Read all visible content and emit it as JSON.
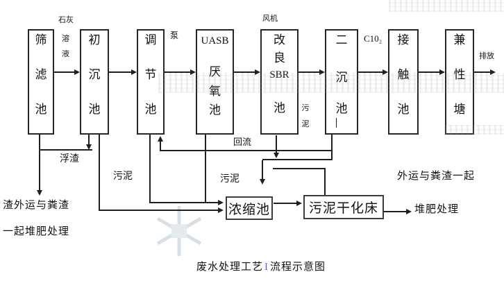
{
  "diagram_title": {
    "prefix": "废水处理工艺",
    "numeral": "I",
    "suffix": "流程示意图"
  },
  "process_boxes": [
    {
      "name": "screen-filter-pool",
      "lines": [
        "筛",
        "滤",
        "池"
      ]
    },
    {
      "name": "primary-sedimentation-pool",
      "lines": [
        "初",
        "沉",
        "池"
      ]
    },
    {
      "name": "regulating-pool",
      "lines": [
        "调",
        "节",
        "池"
      ]
    },
    {
      "name": "uasb-anaerobic-pool",
      "lines": [
        "UASB",
        "厌",
        "氧",
        "池"
      ]
    },
    {
      "name": "improved-sbr-pool",
      "lines": [
        "改",
        "良",
        "SBR",
        "池"
      ]
    },
    {
      "name": "secondary-sedimentation-pool",
      "lines": [
        "二",
        "沉",
        "池"
      ]
    },
    {
      "name": "contact-pool",
      "lines": [
        "接",
        "触",
        "池"
      ]
    },
    {
      "name": "facultative-pond",
      "lines": [
        "兼",
        "性",
        "塘"
      ]
    }
  ],
  "sludge_boxes": [
    {
      "name": "thickener-pool",
      "label": "浓缩池"
    },
    {
      "name": "sludge-drying-bed",
      "label": "污泥干化床"
    }
  ],
  "annotations": {
    "lime_line1": "石灰",
    "lime_line2": "溶",
    "lime_line3": "液",
    "pump": "泵",
    "fan": "风机",
    "clo2": "C10₂",
    "discharge": "排放",
    "scum": "浮渣",
    "sludge_left": "污泥",
    "sludge_mid": "污泥",
    "sludge_vertical": "污泥",
    "reflux": "回流",
    "residue_note_line1": "渣外运与粪渣",
    "residue_note_line2": "一起堆肥处理",
    "transport_note": "外运与粪渣一起",
    "compost_note": "堆肥处理"
  }
}
